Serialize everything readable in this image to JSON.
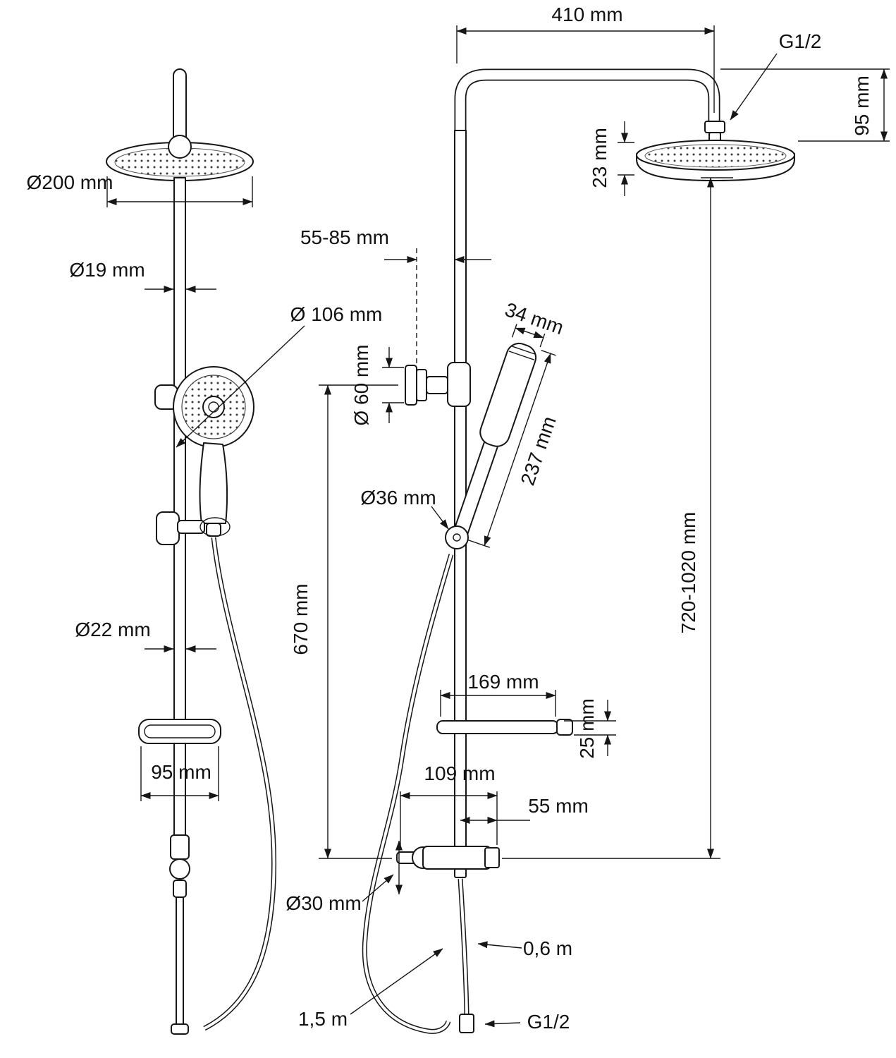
{
  "drawing": {
    "type": "technical-dimension-drawing",
    "subject": "shower column with rain head and hand shower, two projection views",
    "labels": {
      "dim_410": "410 mm",
      "thread_top": "G1/2",
      "dim_95_height": "95 mm",
      "dim_23": "23 mm",
      "dia_200": "Ø200 mm",
      "dim_55_85": "55-85 mm",
      "dia_19": "Ø19 mm",
      "dia_106": "Ø 106 mm",
      "dia_60": "Ø 60 mm",
      "dim_34": "34 mm",
      "dim_237": "237 mm",
      "dia_36": "Ø36 mm",
      "dim_670": "670 mm",
      "dim_720_1020": "720-1020 mm",
      "dia_22": "Ø22 mm",
      "dim_169": "169 mm",
      "dim_25": "25 mm",
      "dim_95_shelf": "95 mm",
      "dim_109": "109 mm",
      "dim_55": "55 mm",
      "dia_30": "Ø30 mm",
      "hose_short": "0,6 m",
      "hose_long": "1,5 m",
      "thread_bottom": "G1/2"
    }
  }
}
